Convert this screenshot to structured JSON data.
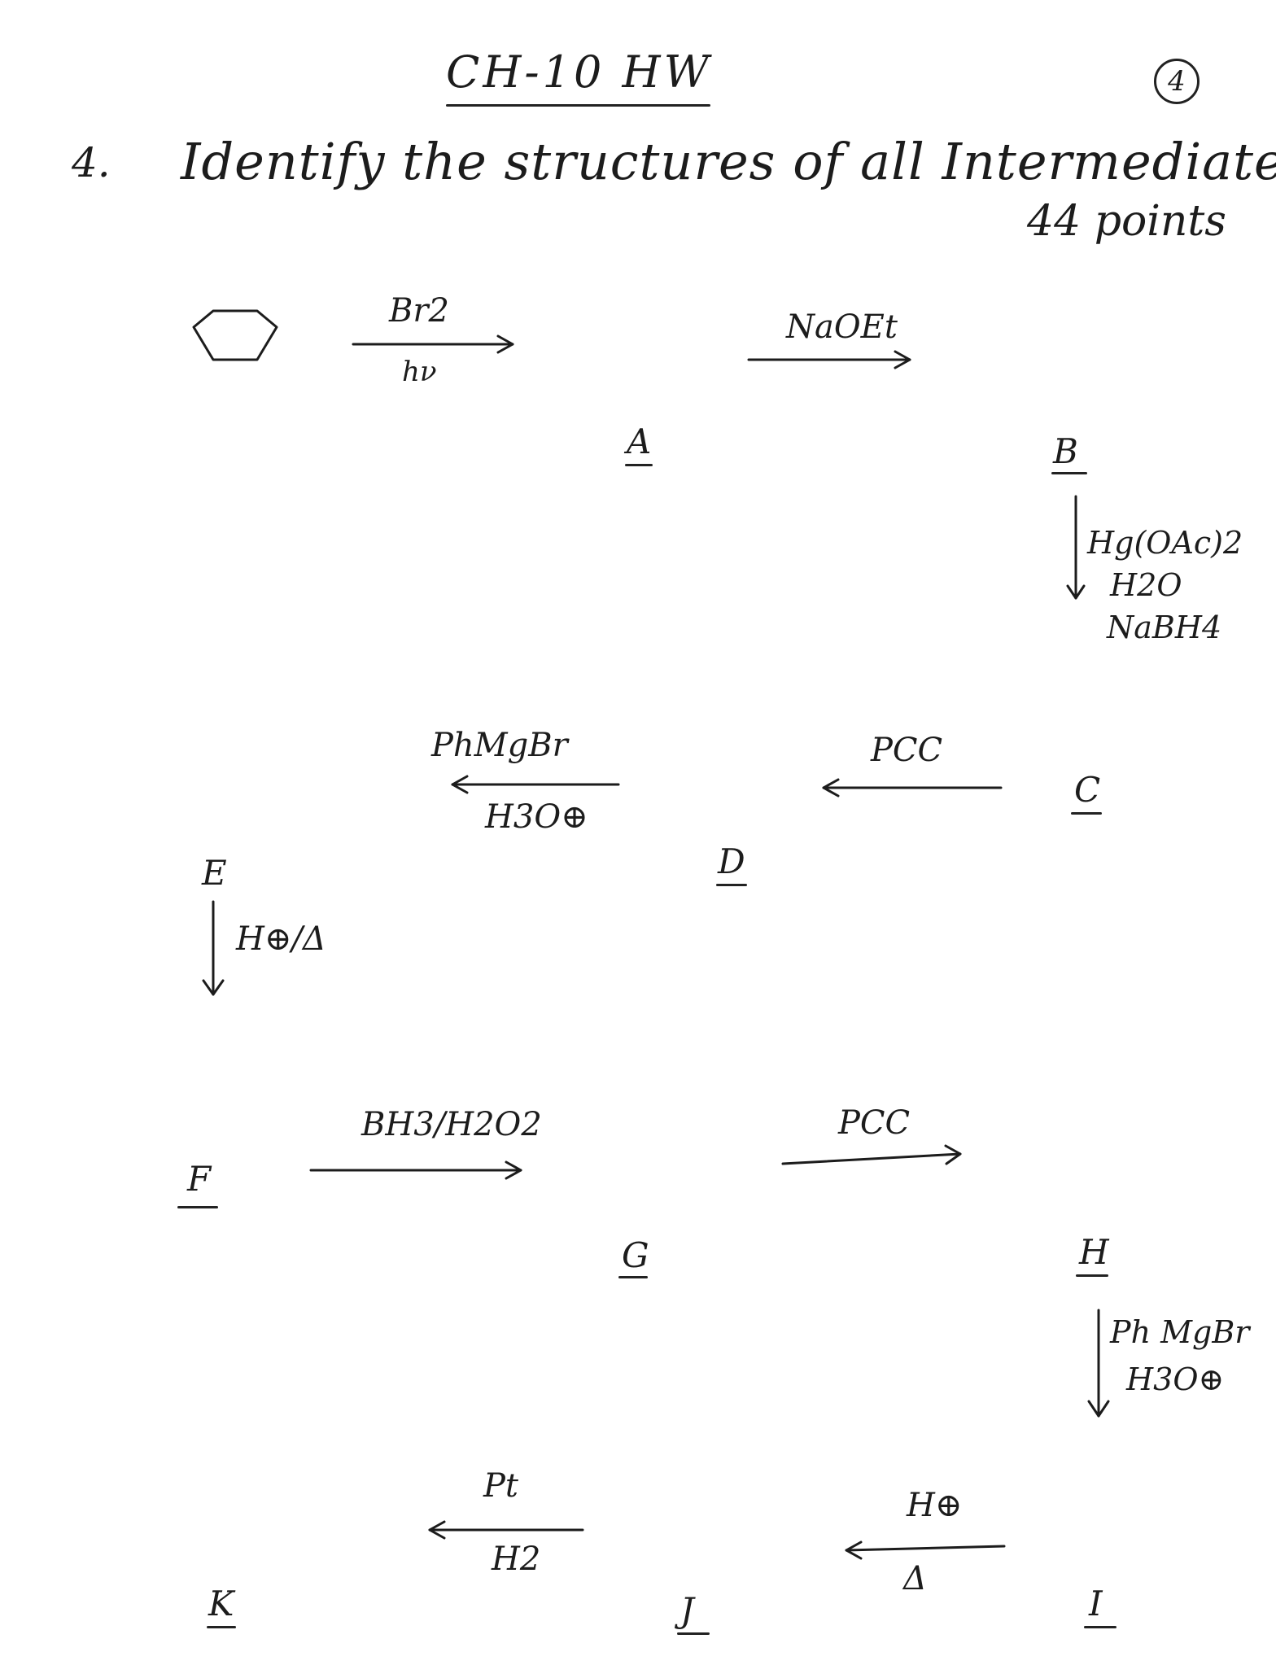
{
  "header": {
    "title": "CH-10 HW",
    "page_number": "4",
    "question_number": "4.",
    "question": "Identify the structures of all Intermediates",
    "points": "44 points"
  },
  "reactions": {
    "step1_top": "Br2",
    "step1_bottom": "hν",
    "step2_top": "NaOEt",
    "step3_line1": "Hg(OAc)2",
    "step3_line2": "H2O",
    "step3_line3": "NaBH4",
    "step4_top": "PCC",
    "step5_top": "PhMgBr",
    "step5_bottom": "H3O⊕",
    "step6": "H⊕/Δ",
    "step7_top": "BH3/H2O2",
    "step8_top": "PCC",
    "step9_line1": "Ph MgBr",
    "step9_line2": "H3O⊕",
    "step10_top": "H⊕",
    "step10_bottom": "Δ",
    "step11_top": "Pt",
    "step11_bottom": "H2"
  },
  "labels": {
    "A": "A",
    "B": "B",
    "C": "C",
    "D": "D",
    "E": "E",
    "F": "F",
    "G": "G",
    "H": "H",
    "I": "I",
    "J": "J",
    "K": "K"
  }
}
